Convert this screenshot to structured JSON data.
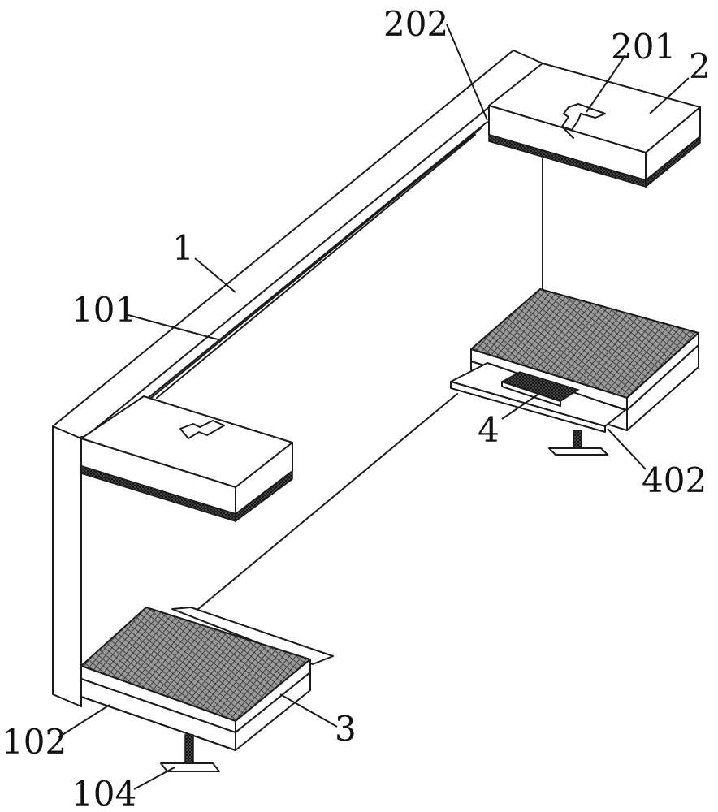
{
  "labels": {
    "frame": "1",
    "frame_rail": "101",
    "frame_upright": "102",
    "base_screw": "104",
    "upper_block": "2",
    "block_slot": "201",
    "block_rail": "202",
    "lower_plate": "3",
    "handle": "4",
    "drawer_tray": "402"
  }
}
